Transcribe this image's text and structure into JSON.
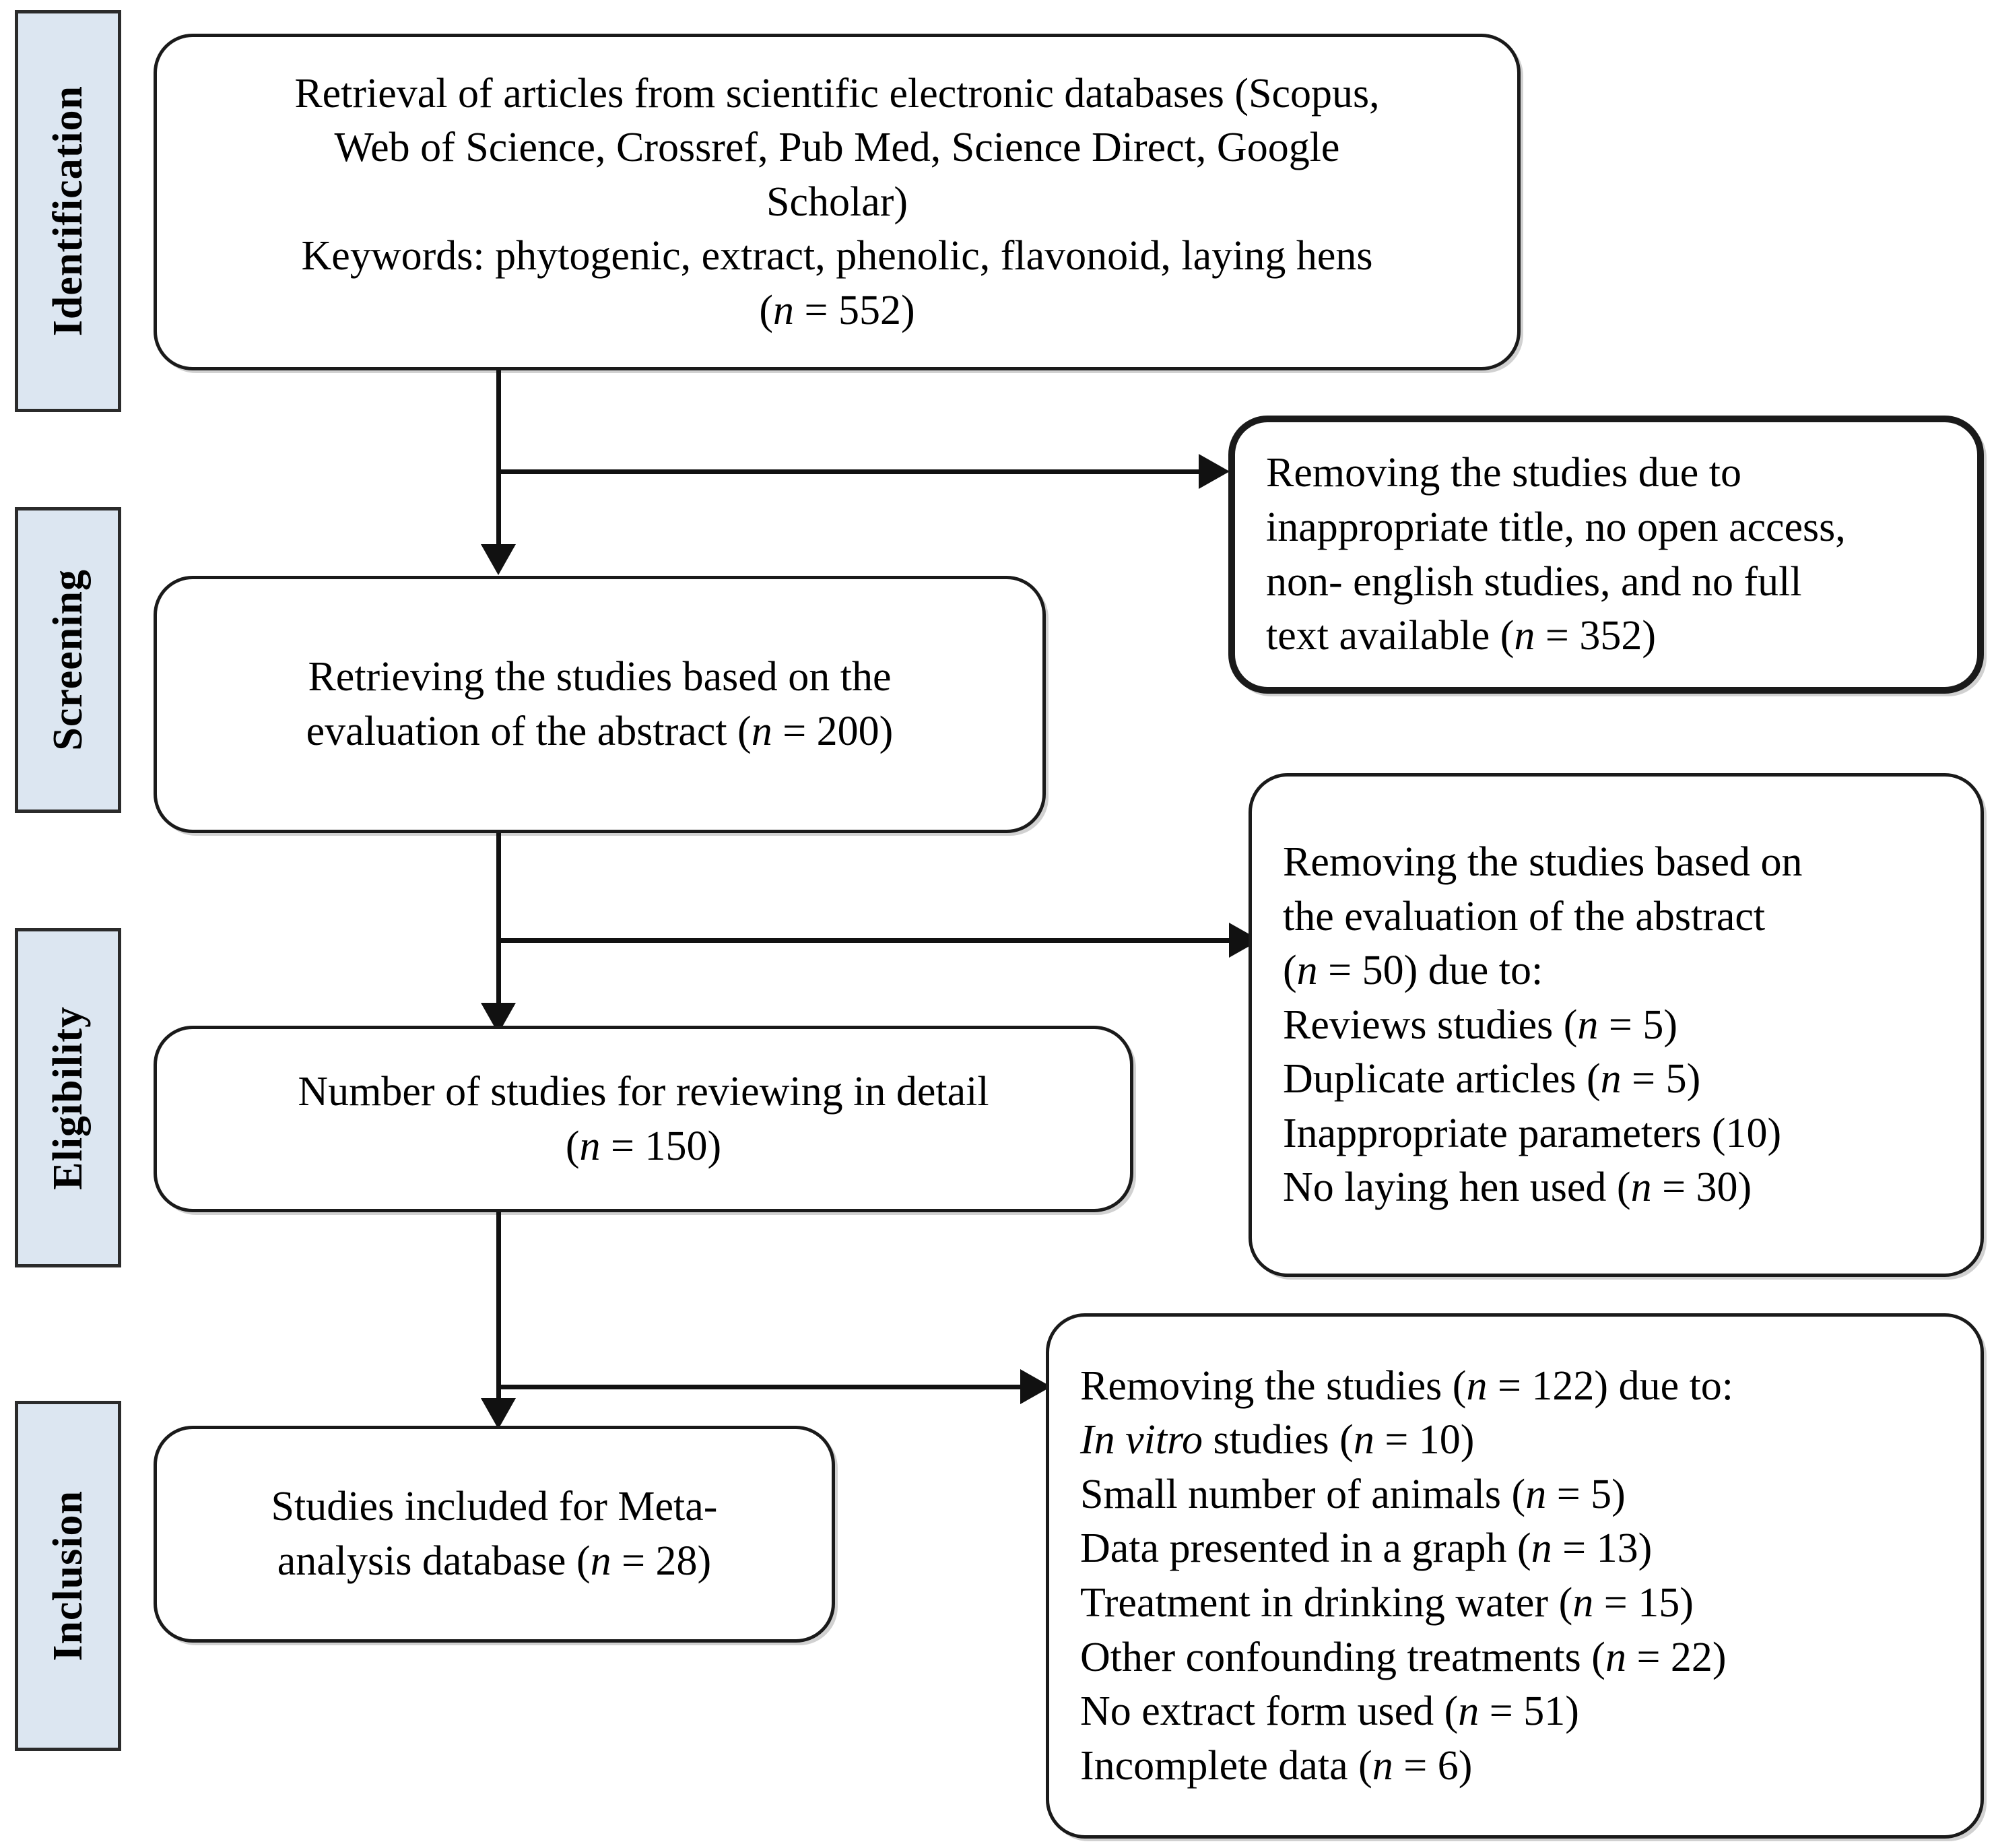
{
  "diagram": {
    "type": "prisma-flow-diagram",
    "stages": [
      {
        "id": "identification",
        "label": "Identification"
      },
      {
        "id": "screening",
        "label": "Screening"
      },
      {
        "id": "eligibility",
        "label": "Eligibility"
      },
      {
        "id": "inclusion",
        "label": "Inclusion"
      }
    ],
    "boxes": {
      "identification": {
        "line1": "Retrieval of articles from scientific electronic databases (Scopus,",
        "line2": "Web of Science, Crossref, Pub Med, Science Direct, Google",
        "line3": "Scholar)",
        "line4": "Keywords: phytogenic, extract, phenolic, flavonoid, laying hens",
        "line5_pre": "(",
        "line5_n": "n",
        "line5_post": " = 552)"
      },
      "screening": {
        "line1": "Retrieving the studies based on the",
        "line2_pre": "evaluation of the abstract (",
        "line2_n": "n",
        "line2_post": " = 200)"
      },
      "eligibility": {
        "line1": "Number of studies for reviewing in detail",
        "line2_pre": "(",
        "line2_n": "n",
        "line2_post": " = 150)"
      },
      "inclusion": {
        "line1": "Studies included for Meta-",
        "line2_pre": "analysis database (",
        "line2_n": "n",
        "line2_post": " = 28)"
      },
      "excluded_screening": {
        "line1": "Removing the studies due to",
        "line2": "inappropriate title, no open access,",
        "line3": "non- english studies, and no full",
        "line4_pre": "text available (",
        "line4_n": "n",
        "line4_post": " = 352)"
      },
      "excluded_eligibility": {
        "line1": "Removing the studies based on",
        "line2": "the evaluation of the abstract",
        "line3_pre": "(",
        "line3_n": "n",
        "line3_post": " = 50) due to:",
        "line4_pre": "Reviews studies (",
        "line4_n": "n",
        "line4_post": " = 5)",
        "line5_pre": "Duplicate articles (",
        "line5_n": "n",
        "line5_post": " = 5)",
        "line6": "Inappropriate parameters (10)",
        "line7_pre": "No laying hen used (",
        "line7_n": "n",
        "line7_post": " = 30)"
      },
      "excluded_inclusion": {
        "line1_pre": "Removing the studies (",
        "line1_n": "n",
        "line1_post": " = 122) due to:",
        "line2_it": "In vitro",
        "line2_pre": " studies (",
        "line2_n": "n",
        "line2_post": " = 10)",
        "line3_pre": "Small number of animals (",
        "line3_n": "n",
        "line3_post": " = 5)",
        "line4_pre": "Data presented in a graph (",
        "line4_n": "n",
        "line4_post": " = 13)",
        "line5_pre": "Treatment in drinking water (",
        "line5_n": "n",
        "line5_post": " = 15)",
        "line6_pre": "Other confounding treatments (",
        "line6_n": "n",
        "line6_post": " = 22)",
        "line7_pre": "No extract form used (",
        "line7_n": "n",
        "line7_post": " = 51)",
        "line8_pre": "Incomplete data (",
        "line8_n": "n",
        "line8_post": " = 6)"
      }
    },
    "colors": {
      "stage_bar_fill": "#dce6f1",
      "stage_bar_border": "#2b2b2b",
      "box_border": "#1a1a1a",
      "connector": "#111111",
      "page_background": "#ffffff"
    }
  }
}
